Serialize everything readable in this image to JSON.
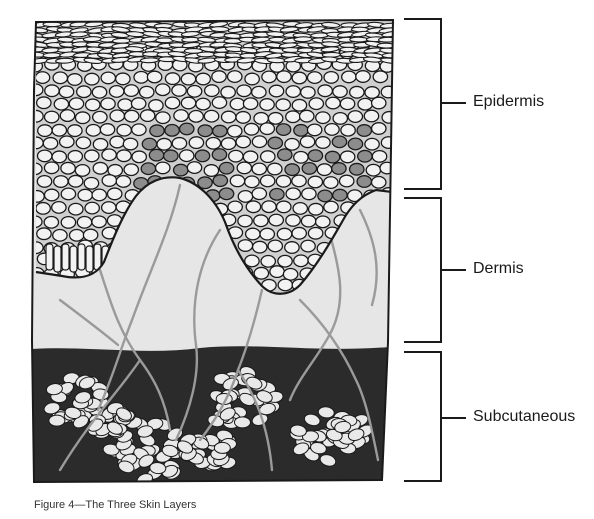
{
  "layers": [
    {
      "key": "epidermis",
      "label": "Epidermis"
    },
    {
      "key": "dermis",
      "label": "Dermis"
    },
    {
      "key": "subcutaneous",
      "label": "Subcutaneous"
    }
  ],
  "caption": "Figure 4—The Three Skin Layers",
  "colors": {
    "ink": "#1a1a1a",
    "dermis": "#e6e6e6",
    "subcutaneous": "#2b2b2b",
    "cell": "#f2f2f2",
    "pigment": "#8c8c8c",
    "fiber": "#9a9a9a",
    "fat": "#e9e9e9"
  }
}
